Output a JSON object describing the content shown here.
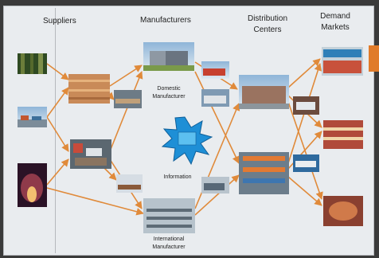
{
  "headers": {
    "suppliers": "Suppliers",
    "manufacturers": "Manufacturers",
    "distribution_line1": "Distribution",
    "distribution_line2": "Centers",
    "demand_line1": "Demand",
    "demand_line2": "Markets"
  },
  "labels": {
    "domestic_line1": "Domestic",
    "domestic_line2": "Manufacturer",
    "international_line1": "International",
    "international_line2": "Manufacturer",
    "information": "Information"
  },
  "colors": {
    "arrow": "#e08a3a",
    "accent_tab": "#e07b2a",
    "starburst": "#1e8fd6"
  },
  "icons": {
    "starburst": "information-starburst-icon"
  }
}
